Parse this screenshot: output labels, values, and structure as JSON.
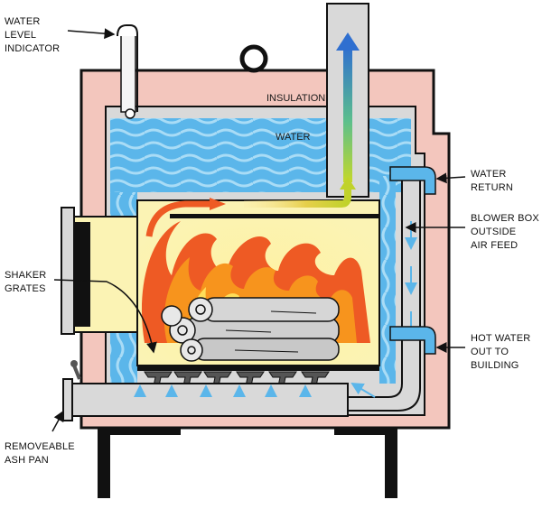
{
  "colors": {
    "insulation": "#f3c6bd",
    "water": "#5bb6ea",
    "water_light": "#a9dcf6",
    "steel": "#d9d9d9",
    "firebox": "#fbf3b4",
    "flame_outer": "#ee5a24",
    "flame_mid": "#f7941d",
    "flame_inner": "#ffde59",
    "log": "#cfcfcf",
    "outline": "#111111"
  },
  "labels": {
    "water_level_indicator": [
      "WATER",
      "LEVEL",
      "INDICATOR"
    ],
    "insulation": "INSULATION",
    "water": "WATER",
    "water_return": [
      "WATER",
      "RETURN"
    ],
    "blower_box": [
      "BLOWER BOX",
      "OUTSIDE",
      "AIR FEED"
    ],
    "shaker_grates": [
      "SHAKER",
      "GRATES"
    ],
    "hot_water_out": [
      "HOT WATER",
      "OUT TO",
      "BUILDING"
    ],
    "removeable_ash_pan": [
      "REMOVEABLE",
      "ASH PAN"
    ]
  },
  "icons": {
    "smoke_arrow": "arrow-up-icon",
    "draft_arrow": "arrow-right-icon",
    "flame": "flame-icon",
    "logs": "log-icon",
    "grate": "grate-icon"
  }
}
